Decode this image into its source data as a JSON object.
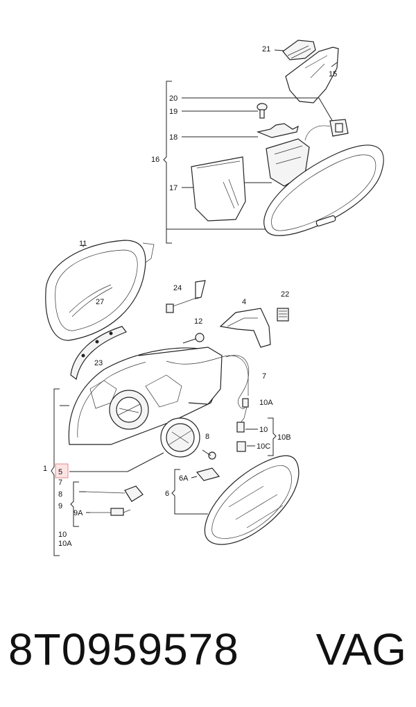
{
  "labels": {
    "c1": "1",
    "c4": "4",
    "c5": "5",
    "c6": "6",
    "c6A": "6A",
    "c7a": "7",
    "c7b": "7",
    "c8a": "8",
    "c8b": "8",
    "c9": "9",
    "c9A": "9A",
    "c10a": "10",
    "c10b": "10",
    "c10A": "10A",
    "c10A2": "10A",
    "c10B": "10B",
    "c10C": "10C",
    "c11": "11",
    "c12": "12",
    "c15": "15",
    "c16": "16",
    "c17": "17",
    "c18": "18",
    "c19": "19",
    "c20": "20",
    "c21": "21",
    "c22": "22",
    "c23": "23",
    "c24": "24",
    "c27": "27"
  },
  "footer": {
    "part_number": "8T0959578",
    "brand": "VAG"
  }
}
